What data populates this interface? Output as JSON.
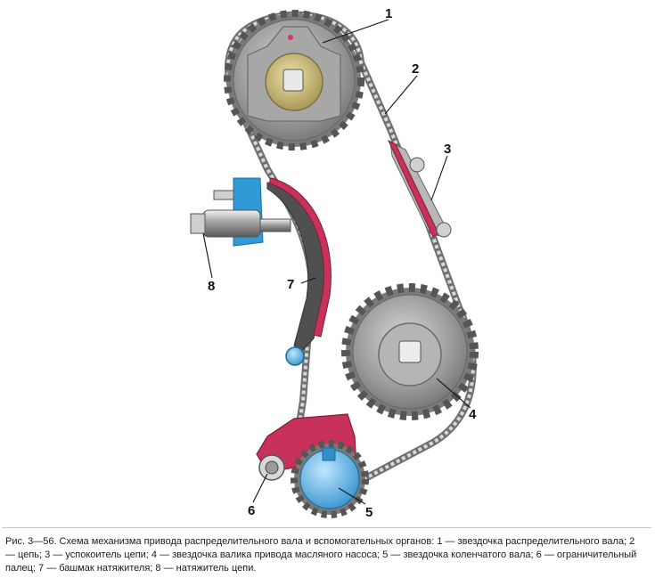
{
  "figure": {
    "callouts": [
      {
        "id": "1",
        "label": "1"
      },
      {
        "id": "2",
        "label": "2"
      },
      {
        "id": "3",
        "label": "3"
      },
      {
        "id": "4",
        "label": "4"
      },
      {
        "id": "5",
        "label": "5"
      },
      {
        "id": "6",
        "label": "6"
      },
      {
        "id": "7",
        "label": "7"
      },
      {
        "id": "8",
        "label": "8"
      }
    ],
    "colors": {
      "chain": "#8a8a8a",
      "sprocket": "#8c8c8c",
      "camshaft_hub": "#b0a36a",
      "tensioner_shoe": "#c8325a",
      "blue_parts": "#3aa0d8",
      "bracket_blue": "#2f9ad6"
    }
  },
  "caption": {
    "text": "Рис. 3—56. Схема механизма привода распределительного вала и вспомогательных органов: 1 — звездочка распределительного вала; 2 — цепь; 3 — успокоитель цепи; 4 — звездочка валика привода масляного насоса; 5 — звездочка коленчатого вала; 6 — ограничительный палец; 7 — башмак натяжителя; 8 — натяжитель цепи."
  }
}
